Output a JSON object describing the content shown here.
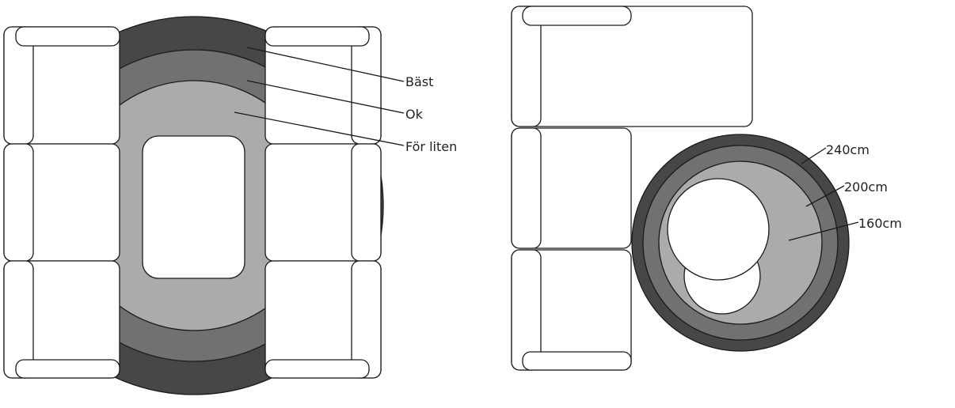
{
  "left_diagram": {
    "labels": {
      "best": "Bäst",
      "ok": "Ok",
      "too_small": "För liten"
    }
  },
  "right_diagram": {
    "labels": {
      "size_240": "240cm",
      "size_200": "200cm",
      "size_160": "160cm"
    }
  },
  "colors": {
    "rug_outer": "#474747",
    "rug_middle": "#717171",
    "rug_inner": "#ababab",
    "furniture": "#ffffff",
    "outline": "#1a1a1a",
    "label_text": "#222222"
  }
}
